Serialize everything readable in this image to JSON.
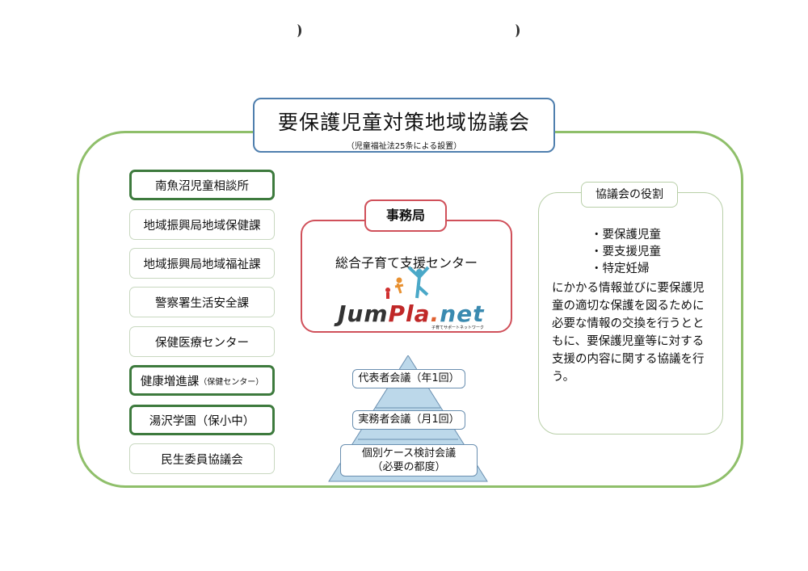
{
  "title": "要保護児童対策地域協議会",
  "subtitle": "（児童福祉法25条による設置）",
  "members": [
    {
      "label": "南魚沼児童相談所",
      "note": ""
    },
    {
      "label": "地域振興局地域保健課",
      "note": ""
    },
    {
      "label": "地域振興局地域福祉課",
      "note": ""
    },
    {
      "label": "警察署生活安全課",
      "note": ""
    },
    {
      "label": "保健医療センター",
      "note": ""
    },
    {
      "label": "健康増進課",
      "note": "（保健センター）"
    },
    {
      "label": "湯沢学園（保小中）",
      "note": ""
    },
    {
      "label": "民生委員協議会",
      "note": ""
    }
  ],
  "secretariat": {
    "tag": "事務局",
    "name": "総合子育て支援センター",
    "logo_text": "JumPla.net",
    "logo_sub": "子育てサポートネットワーク"
  },
  "meetings": [
    "代表者会議（年1回）",
    "実務者会議（月1回）",
    "個別ケース検討会議",
    "（必要の都度）"
  ],
  "role": {
    "tag": "協議会の役割",
    "bullets": [
      "・要保護児童",
      "・要支援児童",
      "・特定妊婦"
    ],
    "text": "にかかる情報並びに要保護児童の適切な保護を図るために必要な情報の交換を行うとともに、要保護児童等に対する支援の内容に関する協議を行う。"
  }
}
